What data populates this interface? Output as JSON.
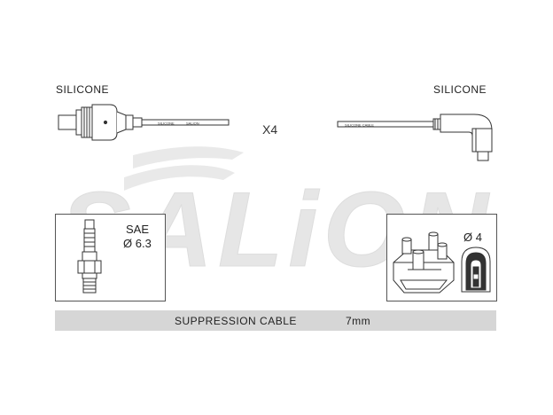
{
  "watermark": {
    "text": "SALiON"
  },
  "cable_left": {
    "material_label": "SILICONE",
    "print_text_a": "SILICONE",
    "print_text_b": "SALION"
  },
  "cable_right": {
    "material_label": "SILICONE",
    "print_text": "SILICONE CABLE"
  },
  "quantity": "X4",
  "spark_plug_panel": {
    "standard": "SAE",
    "diameter": "Ø 6.3"
  },
  "distributor_panel": {
    "diameter": "Ø 4"
  },
  "footer": {
    "cable_type": "SUPPRESSION CABLE",
    "size": "7mm"
  },
  "colors": {
    "line": "#333333",
    "watermark": "#e6e6e6",
    "bar": "#d6d6d6"
  }
}
